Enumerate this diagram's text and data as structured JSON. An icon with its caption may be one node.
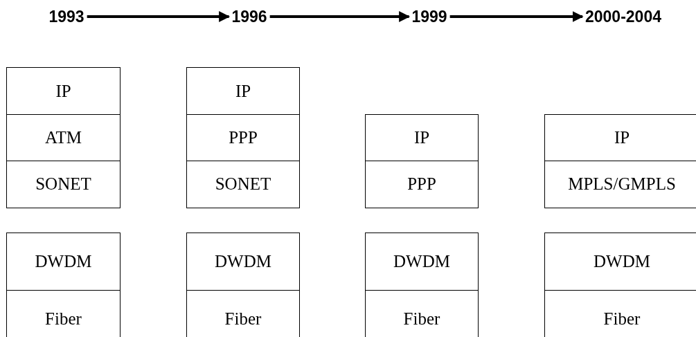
{
  "diagram": {
    "nodes": [
      {
        "text": [
          "1993"
        ]
      },
      {
        "text": [
          "1996"
        ]
      },
      {
        "text": [
          "1999"
        ]
      },
      {
        "text": [
          "2000-2004"
        ]
      },
      {
        "text": [
          "IP"
        ]
      },
      {
        "text": [
          "ATM"
        ]
      },
      {
        "text": [
          "SONET"
        ]
      },
      {
        "text": [
          "IP"
        ]
      },
      {
        "text": [
          "PPP"
        ]
      },
      {
        "text": [
          "SONET"
        ]
      },
      {
        "text": [
          "IP"
        ]
      },
      {
        "text": [
          "PPP"
        ]
      },
      {
        "text": [
          "IP"
        ]
      },
      {
        "text": [
          "MPLS/GMPLS"
        ]
      },
      {
        "text": [
          "DWDM"
        ]
      },
      {
        "text": [
          "Fiber"
        ]
      },
      {
        "text": [
          "DWDM"
        ]
      },
      {
        "text": [
          "Fiber"
        ]
      },
      {
        "text": [
          "DWDM"
        ]
      },
      {
        "text": [
          "Fiber"
        ]
      },
      {
        "text": [
          "DWDM"
        ]
      },
      {
        "text": [
          "Fiber"
        ]
      }
    ],
    "edges": [
      {
        "from": 0,
        "to": 1,
        "arrow": "to"
      },
      {
        "from": 1,
        "to": 2,
        "arrow": "to"
      },
      {
        "from": 2,
        "to": 3,
        "arrow": "to"
      }
    ]
  }
}
